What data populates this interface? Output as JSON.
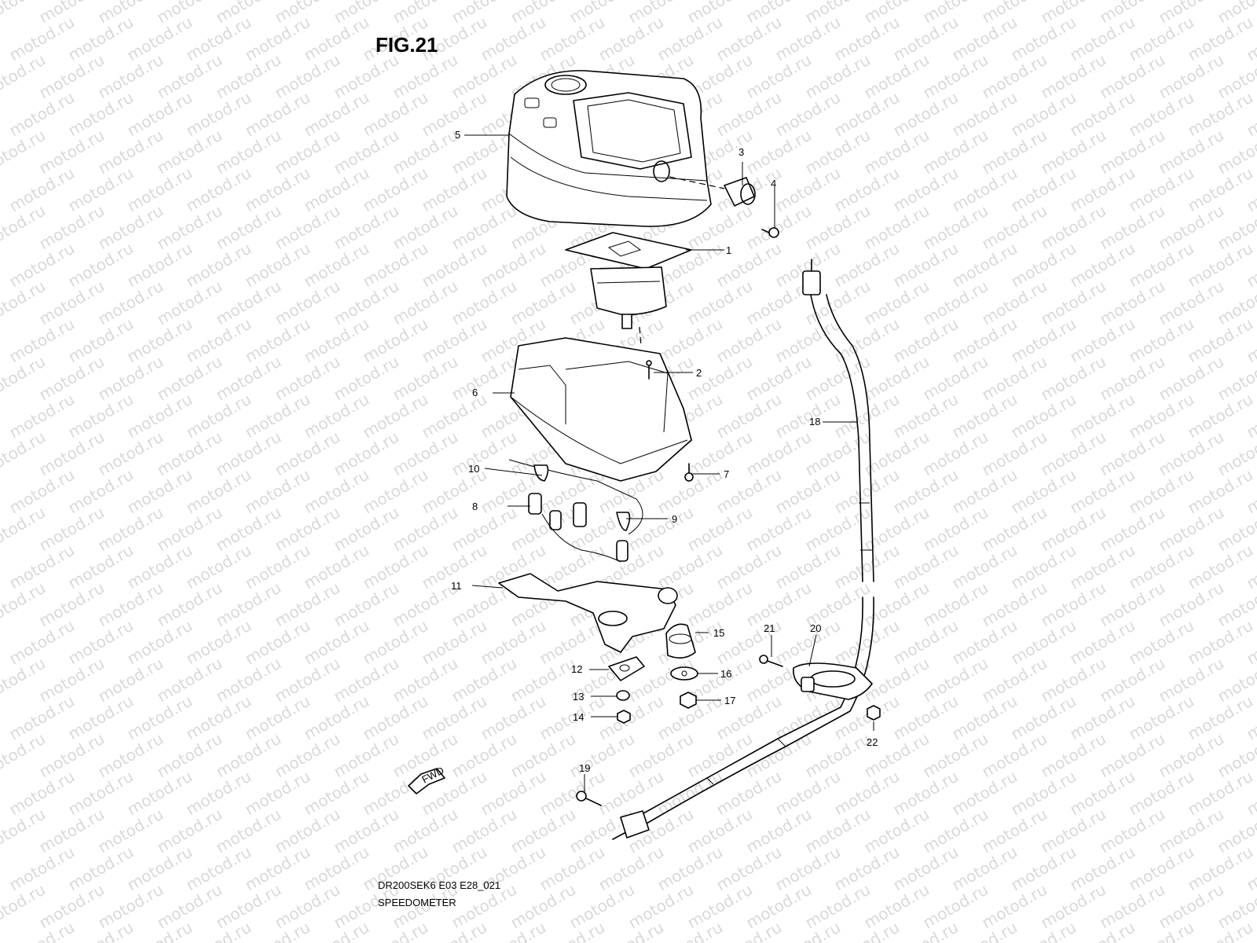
{
  "figure": {
    "title": "FIG.21",
    "code": "DR200SEK6 E03 E28_021",
    "name": "SPEEDOMETER",
    "direction_marker": "FWD",
    "watermark": "motod.ru"
  },
  "callouts": [
    "1",
    "2",
    "3",
    "4",
    "5",
    "6",
    "7",
    "8",
    "9",
    "10",
    "11",
    "12",
    "13",
    "14",
    "15",
    "16",
    "17",
    "18",
    "19",
    "20",
    "21",
    "22"
  ]
}
